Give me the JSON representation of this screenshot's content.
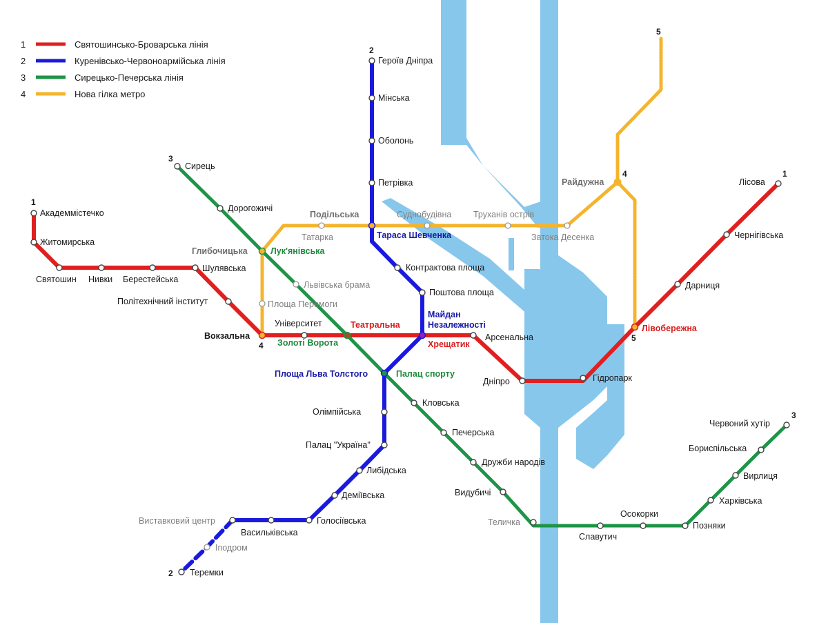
{
  "colors": {
    "line1": "#e11f1f",
    "line2": "#1a1adf",
    "line3": "#1e9447",
    "line4": "#f4b42c",
    "river": "#87c7ec"
  },
  "legend": [
    {
      "number": "1",
      "label": "Святошинсько-Броварська лінія",
      "color": "#e11f1f"
    },
    {
      "number": "2",
      "label": "Куренівсько-Червоноармійська лінія",
      "color": "#1a1adf"
    },
    {
      "number": "3",
      "label": "Сирецько-Печерська лінія",
      "color": "#1e9447"
    },
    {
      "number": "4",
      "label": "Нова гілка метро",
      "color": "#f4b42c"
    }
  ],
  "line_numbers": {
    "l1_west": "1",
    "l1_east": "1",
    "l2_north": "2",
    "l2_south": "2",
    "l3_north": "3",
    "l3_east": "3",
    "l4_vokzalna": "4",
    "l4_raiduzhna": "4",
    "l5_north": "5",
    "l5_livoberezhna": "5"
  },
  "stations": {
    "akademmistechko": "Академмістечко",
    "zhytomyrska": "Житомирська",
    "sviatoshyn": "Святошин",
    "nyvky": "Нивки",
    "beresteiska": "Берестейська",
    "shuliavska": "Шулявська",
    "politekhnichnyi": "Політехнічний інститут",
    "vokzalna": "Вокзальна",
    "universytet": "Університет",
    "teatralna": "Театральна",
    "khreshchatyk": "Хрещатик",
    "arsenalna": "Арсенальна",
    "dnipro": "Дніпро",
    "hidropark": "Гідропарк",
    "livoberezhna": "Лівобережна",
    "darnytsia": "Дарниця",
    "chernihivska": "Чернігівська",
    "lisova": "Лісова",
    "heroiv_dnipra": "Героїв Дніпра",
    "minska": "Мінська",
    "obolon": "Оболонь",
    "petrivka": "Петрівка",
    "tarasa_shevchenka": "Тараса Шевченка",
    "kontraktova": "Контрактова площа",
    "poshtova": "Поштова площа",
    "maidan_1": "Майдан",
    "maidan_2": "Незалежності",
    "lva_tolstoho": "Площа Льва Толстого",
    "olimpiiska": "Олімпійська",
    "palats_ukraina": "Палац \"Україна\"",
    "lybidska": "Либідська",
    "demiivska": "Деміївська",
    "holosiivska": "Голосіївська",
    "vasylkivska": "Васильківська",
    "vystavkovyi": "Виставковий центр",
    "ipodrom": "Іподром",
    "teremky": "Теремки",
    "syrets": "Сирець",
    "dorohozhychi": "Дорогожичі",
    "lukianivska": "Лук'янівська",
    "lvivska_brama": "Львівська брама",
    "zoloti_vorota": "Золоті Ворота",
    "palats_sportu": "Палац спорту",
    "klovska": "Кловська",
    "pecherska": "Печерська",
    "druzhby_narodiv": "Дружби народів",
    "vydubychi": "Видубичі",
    "telychka": "Теличка",
    "slavutych": "Славутич",
    "osokorky": "Осокорки",
    "pozniaky": "Позняки",
    "kharkivska": "Харківська",
    "vyrlytsia": "Вирлиця",
    "boryspilska": "Бориспільська",
    "chervonyi_khutir": "Червоний хутір",
    "hlybochytska": "Глибочицька",
    "ploshcha_peremohy": "Площа Перемоги",
    "tatarka": "Татарка",
    "podilska": "Подільська",
    "sudnobudivna": "Суднобудівна",
    "trukhaniv": "Труханів острів",
    "zatoka_desenka": "Затока Десенка",
    "raiduzhna": "Райдужна"
  }
}
